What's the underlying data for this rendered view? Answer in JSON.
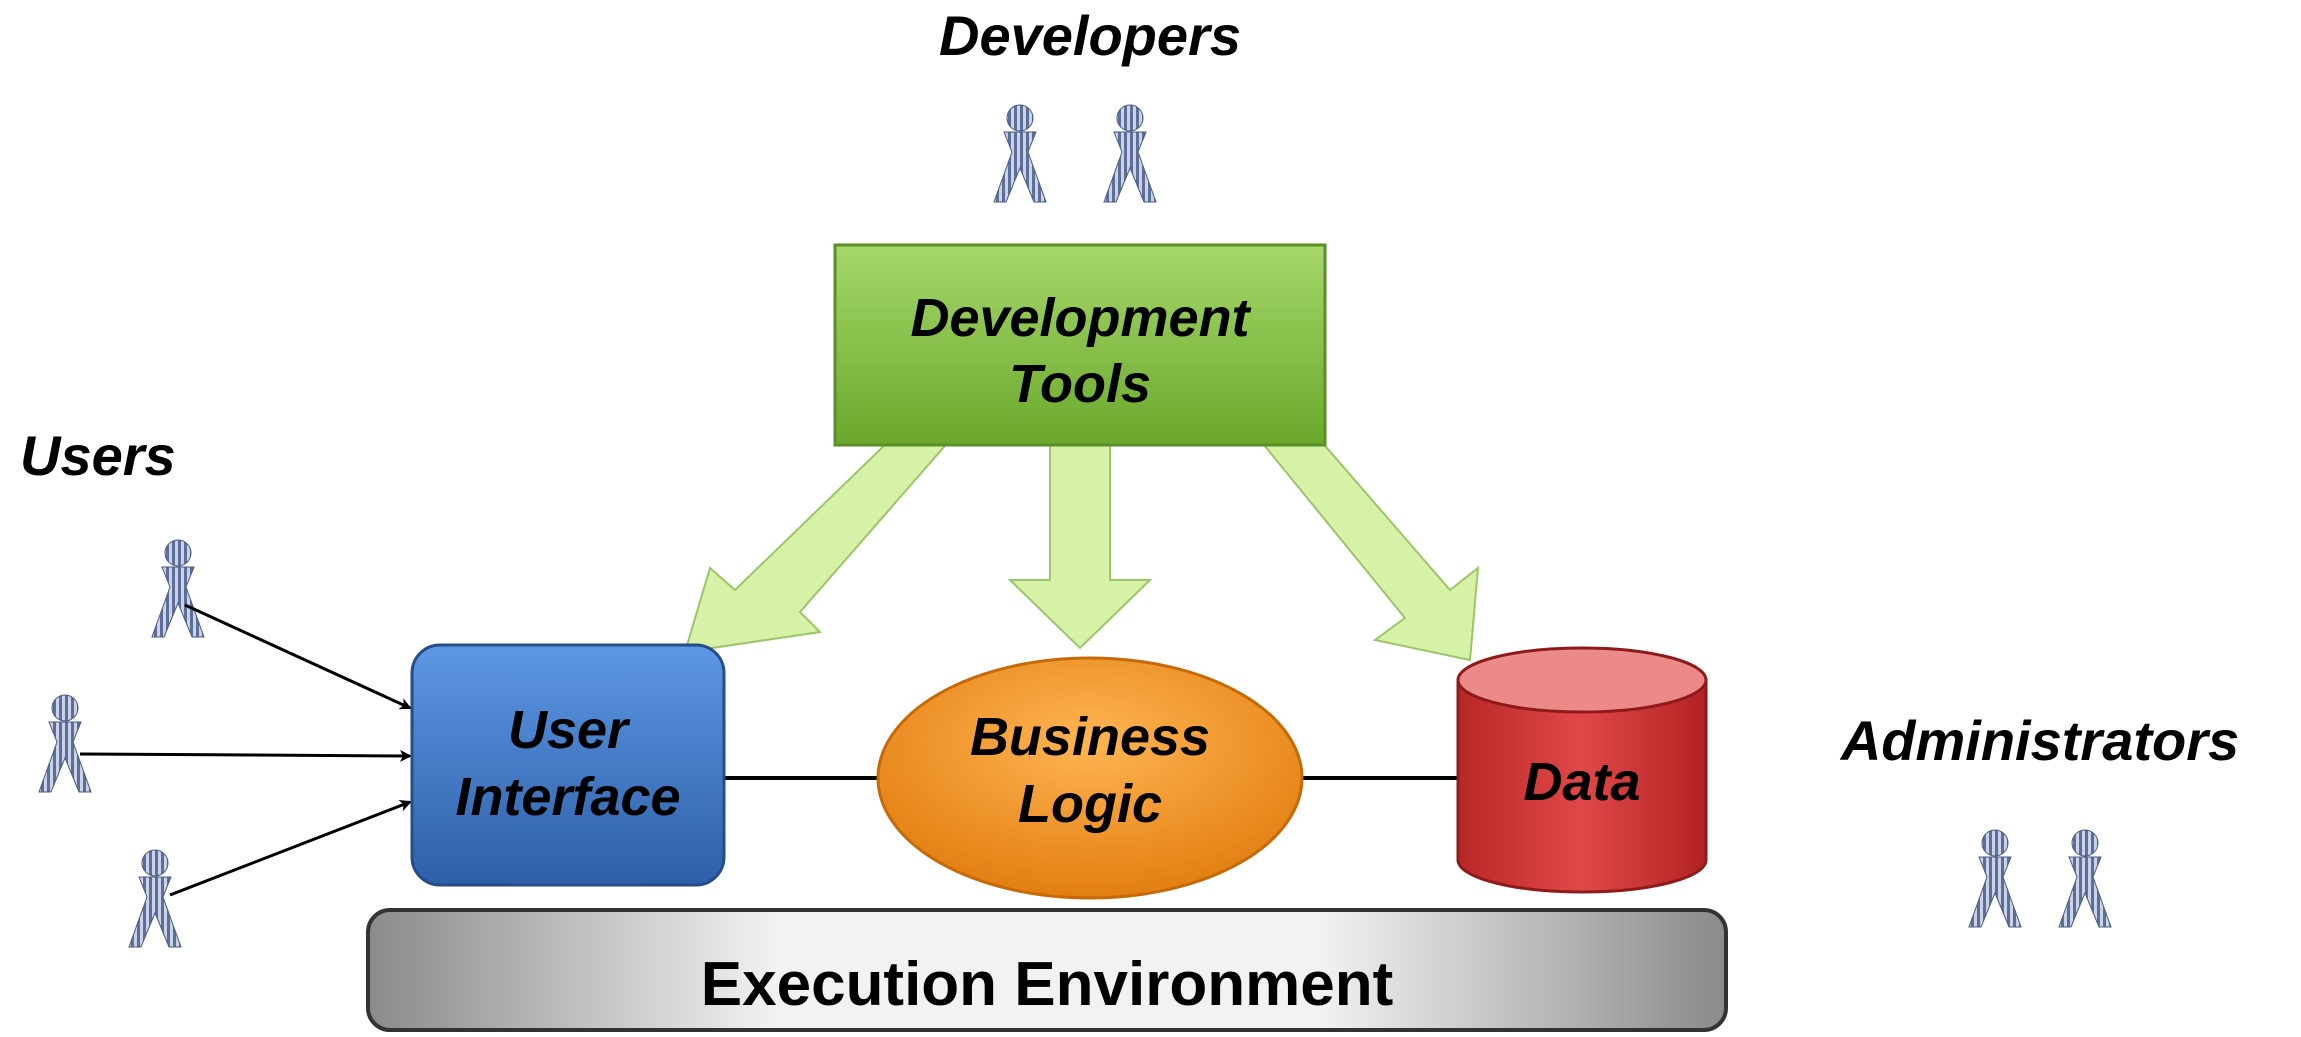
{
  "groups": {
    "developers": "Developers",
    "users": "Users",
    "administrators": "Administrators"
  },
  "components": {
    "dev_tools_line1": "Development",
    "dev_tools_line2": "Tools",
    "ui_line1": "User",
    "ui_line2": "Interface",
    "logic_line1": "Business",
    "logic_line2": "Logic",
    "data": "Data",
    "environment": "Execution Environment"
  },
  "colors": {
    "dev_tools": "#7fbf3a",
    "user_interface": "#3f78c9",
    "business_logic": "#f08b1c",
    "data": "#d23a3a",
    "environment": "#c8c8c8",
    "arrows": "#d6f2a6",
    "people": "#5d6f99"
  },
  "icons": {
    "person": "stick-person-icon"
  }
}
